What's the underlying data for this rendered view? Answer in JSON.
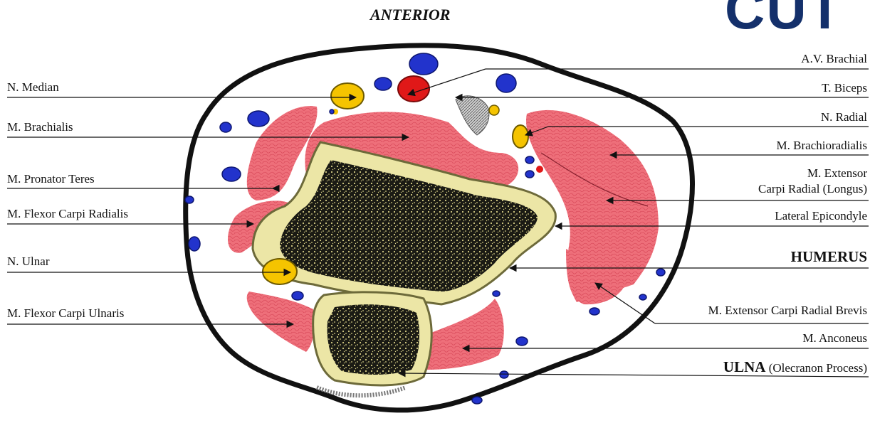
{
  "heading": "ANTERIOR",
  "badge": "CUT",
  "labels_left": {
    "n_median": "N. Median",
    "m_brachialis": "M. Brachialis",
    "m_pronator_teres": "M. Pronator Teres",
    "m_flexor_carpi_radialis": "M. Flexor Carpi Radialis",
    "n_ulnar": "N. Ulnar",
    "m_flexor_carpi_ulnaris": "M. Flexor Carpi Ulnaris"
  },
  "labels_right": {
    "av_brachial": "A.V. Brachial",
    "t_biceps": "T. Biceps",
    "n_radial": "N. Radial",
    "m_brachioradialis": "M. Brachioradialis",
    "m_extensor_longus_line1": "M. Extensor",
    "m_extensor_longus_line2": "Carpi Radial (Longus)",
    "lateral_epicondyle": "Lateral Epicondyle",
    "humerus": "HUMERUS",
    "m_extensor_brevis": "M. Extensor Carpi Radial Brevis",
    "m_anconeus": "M. Anconeus",
    "ulna": "ULNA",
    "ulna_note": "(Olecranon Process)"
  },
  "colors": {
    "muscle": "#ee6f7a",
    "muscle_texture": "#d94a5a",
    "nerve": "#f5c400",
    "artery": "#e01818",
    "vein": "#2233cc",
    "bone_cortex": "#ece6a6",
    "bone_marrow": "#1a1a14",
    "outline": "#111111",
    "badge": "#14306b"
  }
}
